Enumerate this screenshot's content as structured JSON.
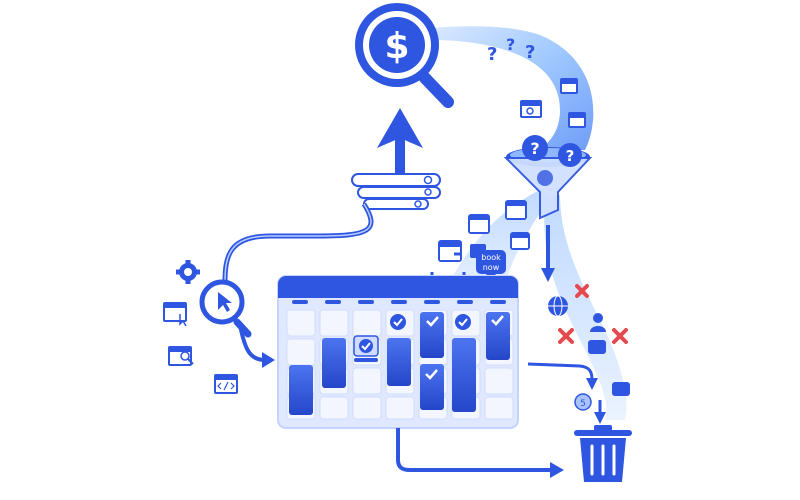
{
  "colors": {
    "primary": "#2f56e0",
    "primary_dark": "#1f3fb8",
    "light": "#dfe8ff",
    "stream": "#7fb6ff",
    "error": "#e5484d",
    "white": "#ffffff"
  },
  "icons": {
    "money": "dollar-sign-icon",
    "funnel": "funnel-icon",
    "trash": "trash-icon",
    "gear": "gear-icon",
    "question": "question-mark-icon"
  },
  "labels": {
    "dollar": "$",
    "question": "?",
    "book_now_line1": "book",
    "book_now_line2": "now",
    "coin": "5"
  }
}
